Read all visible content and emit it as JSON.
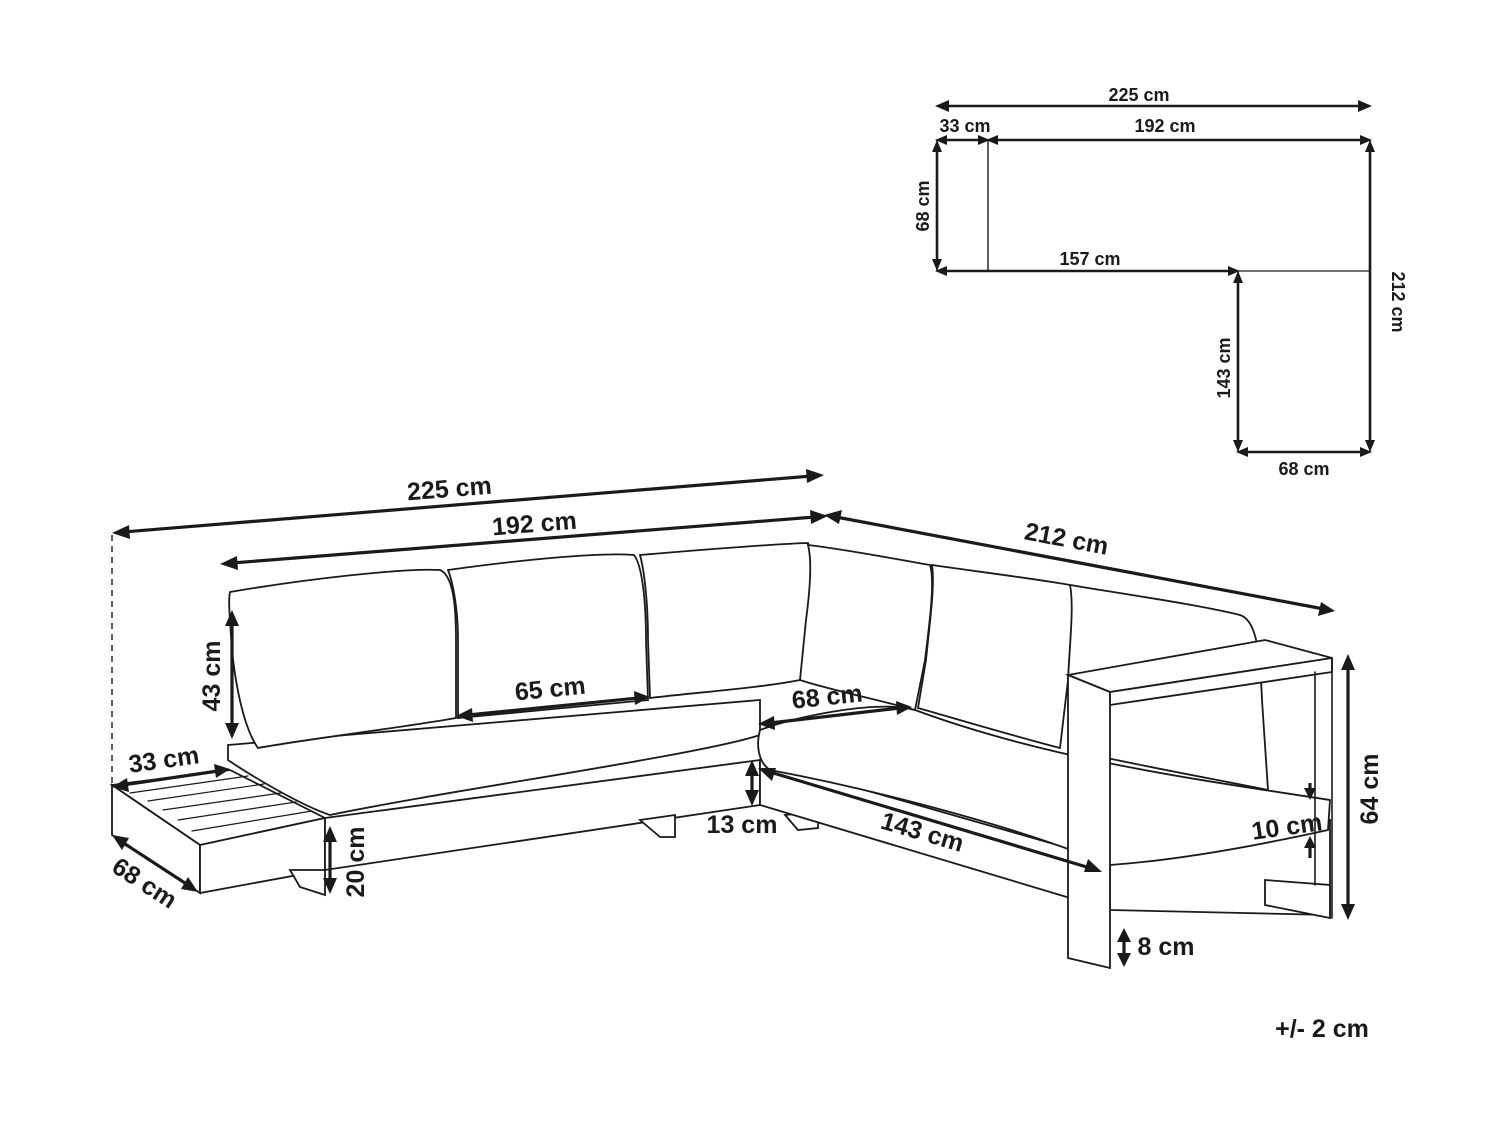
{
  "top_view": {
    "overall_width": "225 cm",
    "side_table_width": "33 cm",
    "sofa_width": "192 cm",
    "depth_left": "68 cm",
    "inner_width": "157 cm",
    "overall_depth": "212 cm",
    "chaise_inner_length": "143 cm",
    "chaise_width": "68 cm"
  },
  "perspective_view": {
    "overall_width": "225 cm",
    "sofa_width": "192 cm",
    "right_length": "212 cm",
    "back_height": "43 cm",
    "seat_depth": "65 cm",
    "chaise_seat_depth": "68 cm",
    "table_width": "33 cm",
    "table_depth": "68 cm",
    "seat_clearance": "20 cm",
    "frame_height": "13 cm",
    "chaise_length": "143 cm",
    "cushion_thickness": "10 cm",
    "total_height": "64 cm",
    "leg_height": "8 cm"
  },
  "tolerance": "+/- 2 cm"
}
